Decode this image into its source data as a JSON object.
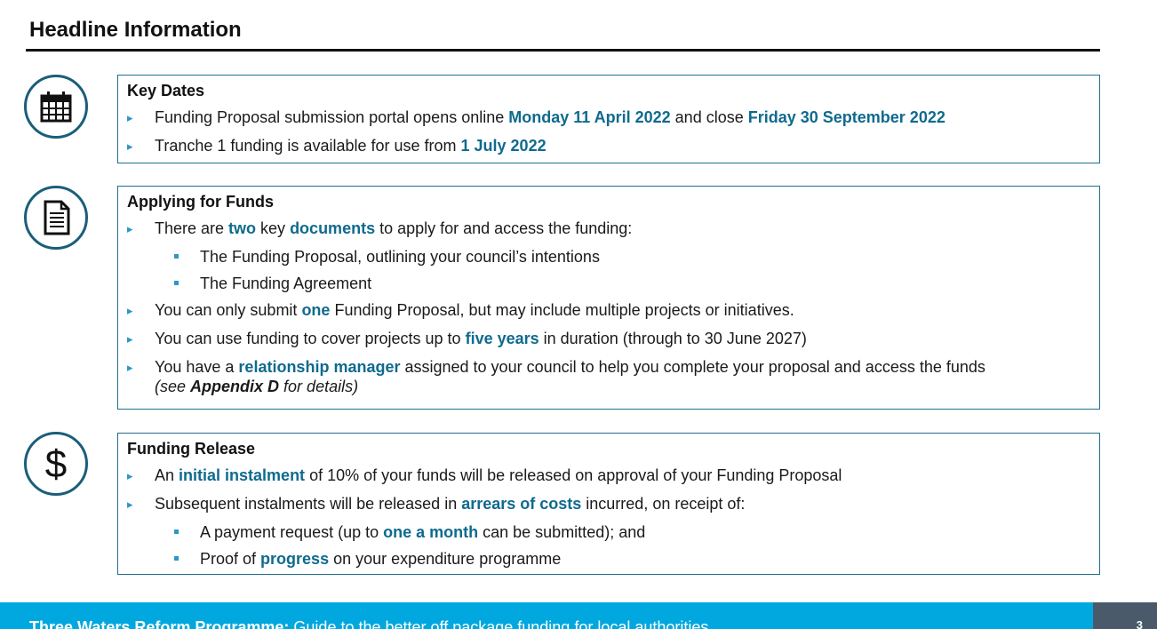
{
  "page": {
    "title": "Headline Information",
    "footer_bold": "Three Waters Reform Programme:",
    "footer_rest": " Guide to the better off package funding for local authorities",
    "page_number": "3"
  },
  "colors": {
    "accent": "#0f6a8e",
    "border": "#1f6f8b",
    "bullet": "#2d97c8",
    "footer_bg": "#00a8df",
    "page_box_bg": "#4a5a6b"
  },
  "icons": [
    "calendar-icon",
    "document-icon",
    "dollar-icon"
  ],
  "key_dates": {
    "title": "Key Dates",
    "b1": {
      "t1": "Funding Proposal submission portal opens online ",
      "h1": "Monday 11 April 2022",
      "t2": " and close ",
      "h2": "Friday 30 September 2022"
    },
    "b2": {
      "t1": "Tranche 1 funding is available for use from ",
      "h1": "1 July 2022"
    }
  },
  "applying": {
    "title": "Applying for Funds",
    "b1": {
      "t1": "There are ",
      "h1": "two",
      "t2": " key ",
      "h2": "documents",
      "t3": " to apply for and access the funding:"
    },
    "sub1": "The Funding Proposal, outlining your council’s intentions",
    "sub2": "The Funding Agreement",
    "b2": {
      "t1": "You can only submit ",
      "h1": "one",
      "t2": " Funding Proposal, but may include multiple projects or initiatives."
    },
    "b3": {
      "t1": "You can use funding to cover projects up to ",
      "h1": "five years",
      "t2": " in duration (through to 30 June 2027)"
    },
    "b4": {
      "t1": "You have a ",
      "h1": "relationship manager",
      "t2": " assigned to your council to help you complete your proposal and access the funds",
      "n1": "(see ",
      "n2": "Appendix D",
      "n3": " for details)"
    }
  },
  "release": {
    "title": "Funding Release",
    "b1": {
      "t1": "An ",
      "h1": "initial instalment",
      "t2": " of 10% of your funds will be released on approval of your Funding Proposal"
    },
    "b2": {
      "t1": "Subsequent instalments will be released in ",
      "h1": "arrears of costs",
      "t2": " incurred, on receipt of:"
    },
    "sub1": {
      "t1": "A payment request (up to ",
      "h1": "one a month",
      "t2": " can be submitted); and"
    },
    "sub2": {
      "t1": "Proof of ",
      "h1": "progress",
      "t2": " on your expenditure programme"
    }
  }
}
